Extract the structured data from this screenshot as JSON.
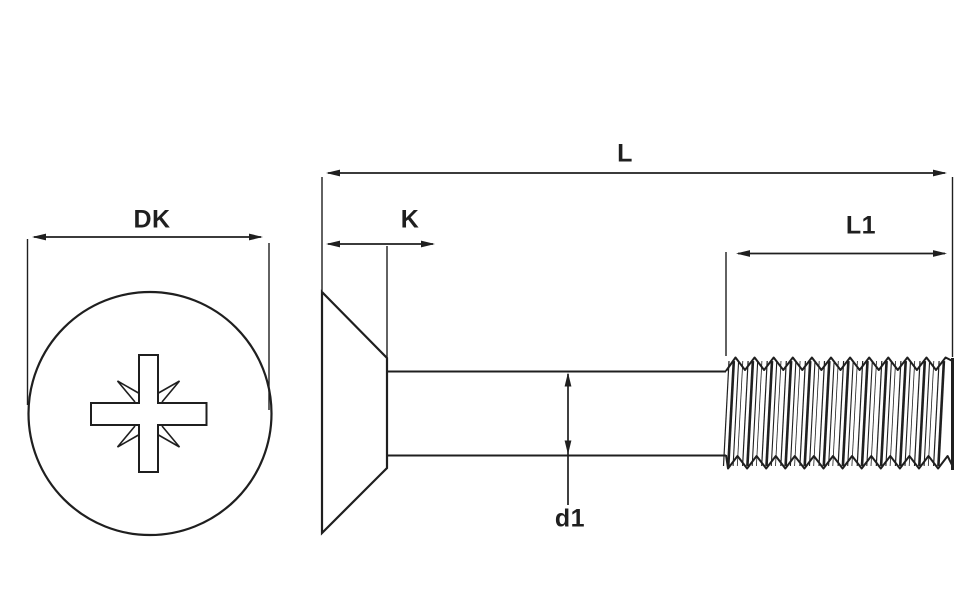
{
  "drawing": {
    "labels": {
      "dk": "DK",
      "k": "K",
      "l": "L",
      "l1": "L1",
      "d1": "d1"
    }
  },
  "colors": {
    "line": "#1f1f1f",
    "background": "#ffffff"
  }
}
